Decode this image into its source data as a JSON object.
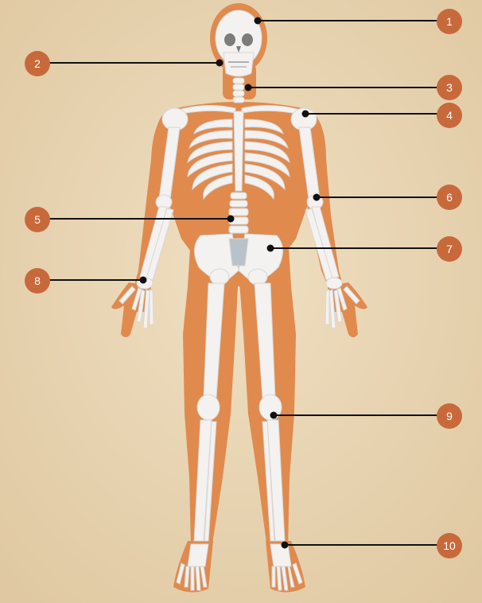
{
  "diagram": {
    "colors": {
      "background": "#e9d6b4",
      "body": "#e08a4e",
      "bone": "#f4f2f0",
      "bone_shade": "#d9d7d5",
      "label_circle": "#c8693b",
      "label_text": "#ffffff",
      "leader_line": "#111111"
    },
    "labels": [
      {
        "id": "1",
        "text": "1",
        "side": "right"
      },
      {
        "id": "2",
        "text": "2",
        "side": "left"
      },
      {
        "id": "3",
        "text": "3",
        "side": "right"
      },
      {
        "id": "4",
        "text": "4",
        "side": "right"
      },
      {
        "id": "5",
        "text": "5",
        "side": "left"
      },
      {
        "id": "6",
        "text": "6",
        "side": "right"
      },
      {
        "id": "7",
        "text": "7",
        "side": "right"
      },
      {
        "id": "8",
        "text": "8",
        "side": "left"
      },
      {
        "id": "9",
        "text": "9",
        "side": "right"
      },
      {
        "id": "10",
        "text": "10",
        "side": "right"
      }
    ]
  }
}
